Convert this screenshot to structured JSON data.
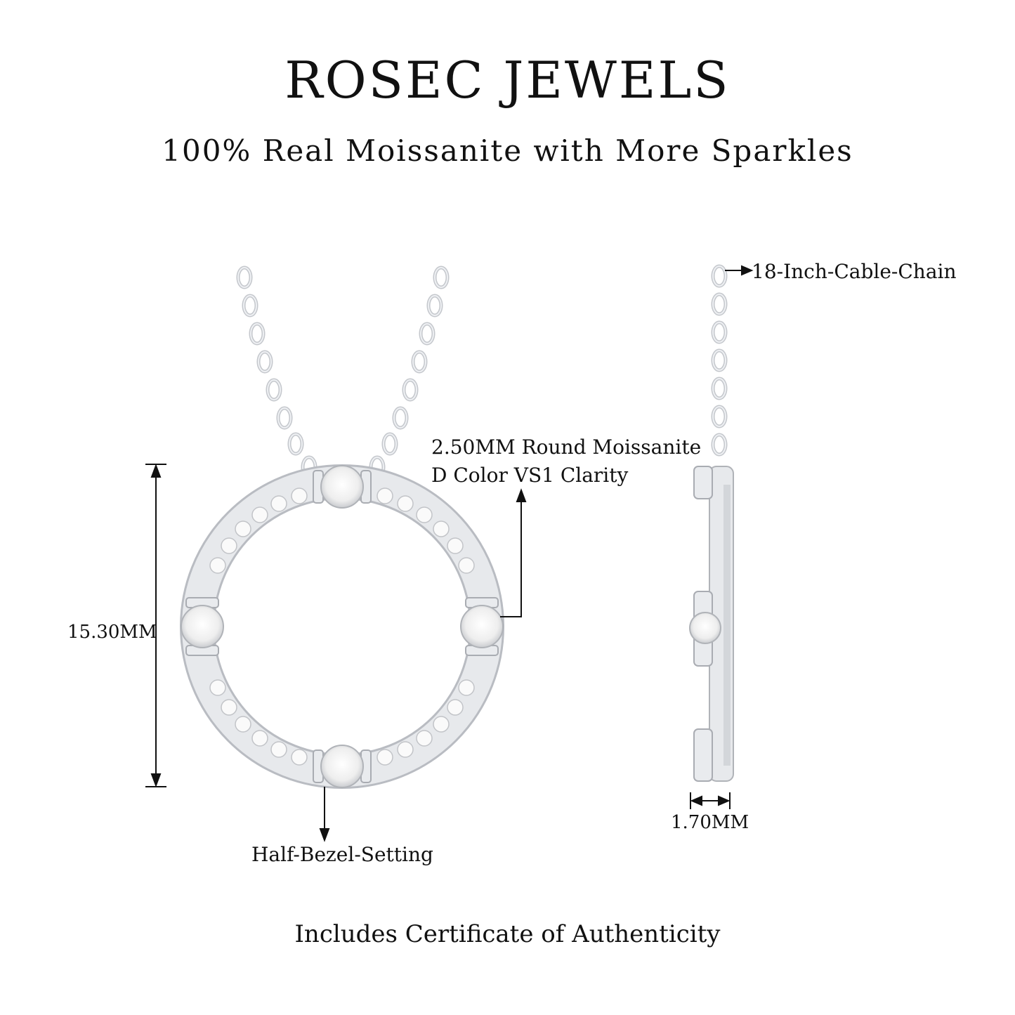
{
  "header": {
    "brand": "ROSEC JEWELS",
    "tagline": "100% Real Moissanite with More Sparkles"
  },
  "annotations": {
    "stone_size": "2.50MM Round Moissanite",
    "stone_grade": "D Color VS1 Clarity",
    "pendant_height": "15.30MM",
    "setting": "Half-Bezel-Setting",
    "chain": "18-Inch-Cable-Chain",
    "pendant_depth": "1.70MM"
  },
  "footer": {
    "note": "Includes Certificate of Authenticity"
  },
  "colors": {
    "metal": "#e4e6ea",
    "metal_edge": "#b9bcc2",
    "stone": "#f3f3f3",
    "text": "#111111"
  }
}
